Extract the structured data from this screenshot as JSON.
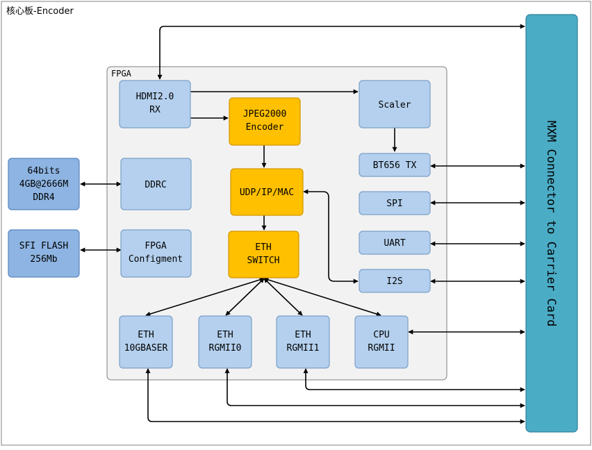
{
  "board_title": "核心板-Encoder",
  "fpga_label": "FPGA",
  "blocks": {
    "hdmi_rx": [
      "HDMI2.0",
      "RX"
    ],
    "jpeg": [
      "JPEG2000",
      "Encoder"
    ],
    "scaler": [
      "Scaler"
    ],
    "ddrc": [
      "DDRC"
    ],
    "udp": [
      "UDP/IP/MAC"
    ],
    "bt656": [
      "BT656 TX"
    ],
    "spi": [
      "SPI"
    ],
    "uart": [
      "UART"
    ],
    "fpga_cfg": [
      "FPGA",
      "Configment"
    ],
    "eth_switch": [
      "ETH",
      "SWITCH"
    ],
    "i2s": [
      "I2S"
    ],
    "eth_10g": [
      "ETH",
      "10GBASER"
    ],
    "eth_rgmii0": [
      "ETH",
      "RGMII0"
    ],
    "eth_rgmii1": [
      "ETH",
      "RGMII1"
    ],
    "cpu_rgmii": [
      "CPU",
      "RGMII"
    ],
    "ddr4": [
      "64bits",
      "4GB@2666M",
      "DDR4"
    ],
    "sfi_flash": [
      "SFI FLASH",
      "256Mb"
    ]
  },
  "connector_label": "MXM Connector to Carrier Card",
  "colors": {
    "light_block": "#b4d0ee",
    "light_block_border": "#7ba0c8",
    "orange_block": "#ffc000",
    "orange_block_border": "#d39600",
    "external_block": "#8db4e2",
    "external_block_border": "#5a86c0",
    "connector": "#4bacc6",
    "connector_border": "#2e7f98",
    "fpga_bg": "#f2f2f2",
    "fpga_border": "#7f7f7f",
    "arrow": "#000000"
  }
}
